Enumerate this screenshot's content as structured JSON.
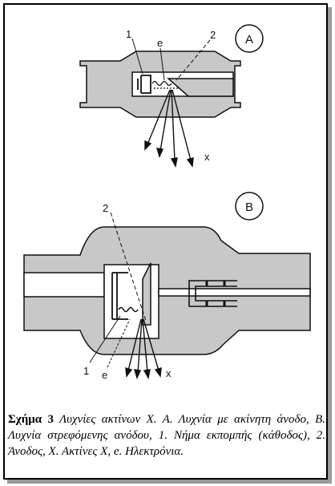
{
  "figure": {
    "panel_a": {
      "circle_label": "A",
      "label_1": "1",
      "label_e": "e",
      "label_2": "2",
      "label_x": "x"
    },
    "panel_b": {
      "circle_label": "B",
      "label_2": "2",
      "label_1": "1",
      "label_e": "e",
      "label_x": "x"
    }
  },
  "caption": {
    "label": "Σχήμα 3",
    "text": "Λυχνίες ακτίνων Χ. Α. Λυχνία με ακίνητη άνοδο, Β. Λυχνία στρεφόμενης ανόδου, 1. Νήμα εκπομπής (κάθοδος), 2. Άνοδος, Χ. Ακτίνες Χ, e. Ηλεκτρόνια."
  },
  "colors": {
    "tube_fill": "#c8c8c8",
    "stroke": "#111111"
  }
}
